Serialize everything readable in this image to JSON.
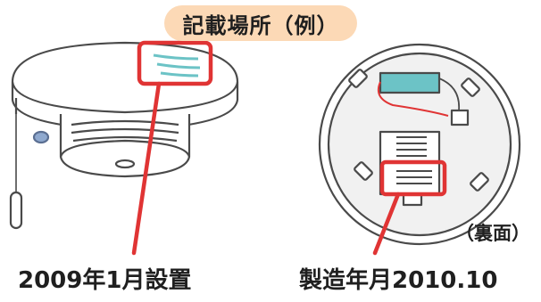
{
  "title": "記載場所（例）",
  "left_caption": "2009年1月設置",
  "right_caption": "製造年月2010.10",
  "back_label": "（裏面）",
  "colors": {
    "highlight": "#e03434",
    "pill": "#fcd9b6",
    "outline": "#4a4a4a",
    "battery": "#6cc3c6",
    "device_fill": "#ffffff",
    "back_fill": "#f1f1f1"
  }
}
